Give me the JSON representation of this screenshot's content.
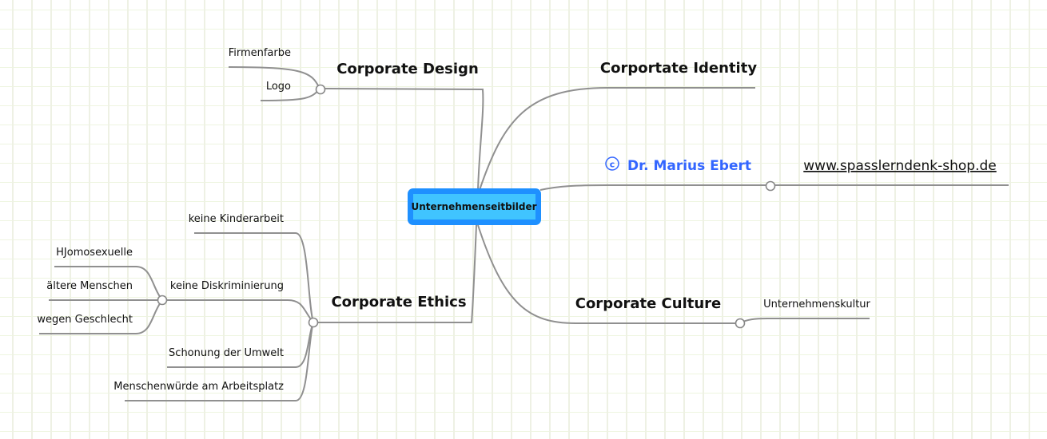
{
  "center": {
    "label": "Unternehmenseitbilder"
  },
  "branches": {
    "design": {
      "label": "Corporate Design",
      "children": [
        "Firmenfarbe",
        "Logo"
      ]
    },
    "identity": {
      "label": "Corportate Identity"
    },
    "author": {
      "label": "Dr. Marius Ebert",
      "icon": "copyright-icon",
      "link": "www.spasslerndenk-shop.de"
    },
    "culture": {
      "label": "Corporate Culture",
      "children": [
        "Unternehmenskultur"
      ]
    },
    "ethics": {
      "label": "Corporate Ethics",
      "children": [
        "keine Kinderarbeit",
        "keine Diskriminierung",
        "Schonung der Umwelt",
        "Menschenwürde am Arbeitsplatz"
      ],
      "diskriminierung": [
        "HJomosexuelle",
        "ältere Menschen",
        "wegen Geschlecht"
      ]
    }
  },
  "colors": {
    "accent": "#3366ff",
    "center_border": "#1e90ff",
    "center_fill": "#40c4ff"
  }
}
